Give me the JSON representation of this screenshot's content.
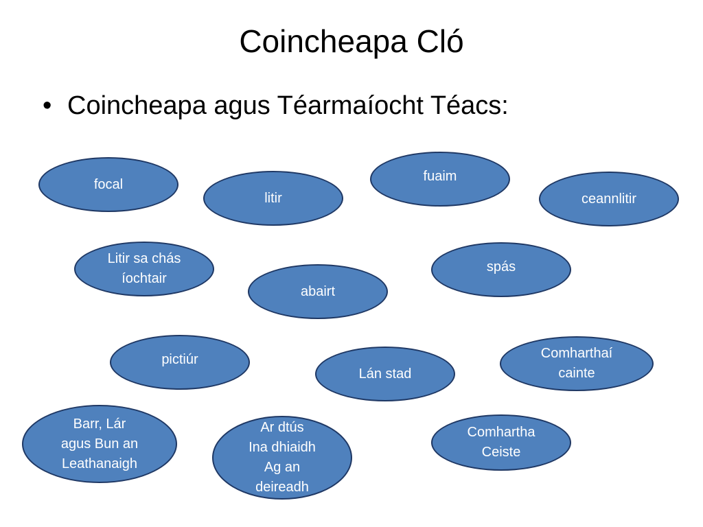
{
  "slide": {
    "title": "Coincheapa Cló",
    "bullet_marker": "•",
    "bullet": "Coincheapa agus Téarmaíocht Téacs:"
  },
  "concepts": [
    "focal",
    "litir",
    "fuaim",
    "ceannlitir",
    "Litir sa chás\níochtair",
    "abairt",
    "spás",
    "pictiúr",
    "Lán stad",
    "Comharthaí\ncainte",
    "Barr, Lár\nagus Bun an\nLeathanaigh",
    "Ar dtús\nIna dhiaidh\nAg an\ndeireadh",
    "Comhartha\nCeiste"
  ],
  "colors": {
    "oval_fill": "#4f81bd",
    "oval_border": "#1f3864",
    "oval_text": "#ffffff"
  }
}
